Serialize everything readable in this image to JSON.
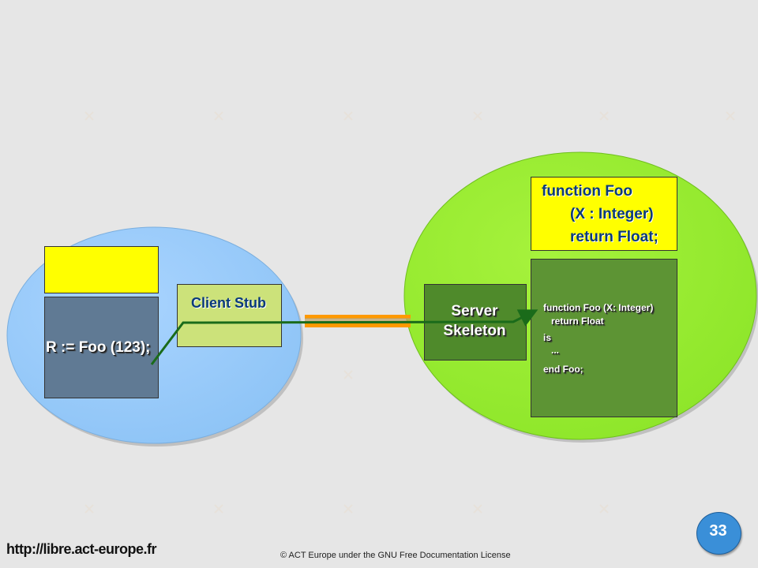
{
  "client": {
    "call_text": "R := Foo (123);",
    "stub_label": "Client Stub"
  },
  "server": {
    "skeleton_label_line1": "Server",
    "skeleton_label_line2": "Skeleton",
    "spec": {
      "line1": "function Foo",
      "line2": "(X : Integer)",
      "line3": "return Float;"
    },
    "body": {
      "line1": "function Foo (X: Integer)",
      "line2": "return Float",
      "line3": "is",
      "line4": "...",
      "line5": "end Foo;"
    }
  },
  "footer": {
    "url": "http://libre.act-europe.fr",
    "license": "© ACT Europe under the GNU Free Documentation License",
    "page_number": "33"
  },
  "colors": {
    "client_circle": "#99ccff",
    "server_circle": "#99ff33",
    "link_bar": "#ff9900",
    "arrow": "#1a6b1a"
  }
}
